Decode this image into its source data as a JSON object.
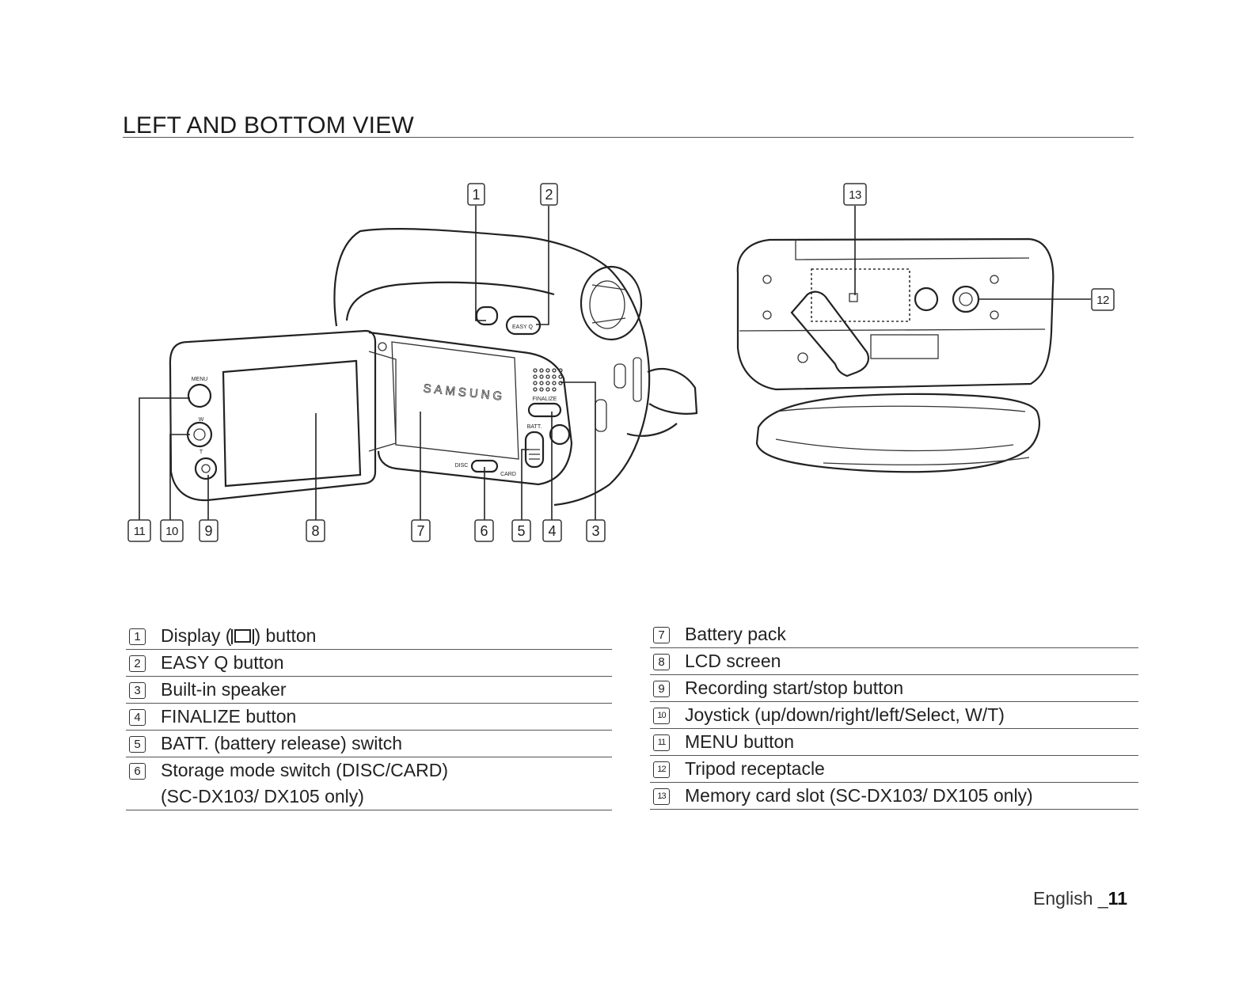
{
  "title": "LEFT AND BOTTOM VIEW",
  "figure": {
    "callouts": [
      "1",
      "2",
      "3",
      "4",
      "5",
      "6",
      "7",
      "8",
      "9",
      "10",
      "11",
      "12",
      "13"
    ],
    "device_labels": {
      "brand": "SAMSUNG",
      "menu": "MENU",
      "easy_q": "EASY Q",
      "finalize": "FINALIZE",
      "batt": "BATT.",
      "disc": "DISC",
      "card": "CARD",
      "w": "W",
      "t": "T"
    }
  },
  "left_items": [
    {
      "num": "1",
      "pre": "Display (",
      "post": ") button"
    },
    {
      "num": "2",
      "text": "EASY Q button"
    },
    {
      "num": "3",
      "text": "Built-in speaker"
    },
    {
      "num": "4",
      "text": "FINALIZE button"
    },
    {
      "num": "5",
      "text": "BATT. (battery release) switch"
    },
    {
      "num": "6",
      "text": "Storage mode switch (DISC/CARD)",
      "text2": "(SC-DX103/ DX105 only)"
    }
  ],
  "right_items": [
    {
      "num": "7",
      "text": "Battery pack"
    },
    {
      "num": "8",
      "text": "LCD screen"
    },
    {
      "num": "9",
      "text": "Recording start/stop button"
    },
    {
      "num": "10",
      "text": "Joystick (up/down/right/left/Select, W/T)"
    },
    {
      "num": "11",
      "text": "MENU button"
    },
    {
      "num": "12",
      "text": "Tripod receptacle"
    },
    {
      "num": "13",
      "text": "Memory card slot (SC-DX103/ DX105 only)"
    }
  ],
  "footer": {
    "language": "English _",
    "page": "11"
  }
}
